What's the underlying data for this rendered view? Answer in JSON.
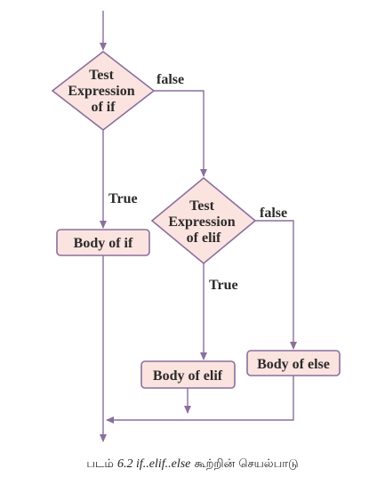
{
  "nodes": {
    "decision_if": {
      "lines": [
        "Test",
        "Expression",
        "of if"
      ]
    },
    "decision_elif": {
      "lines": [
        "Test",
        "Expression",
        "of elif"
      ]
    },
    "body_if": {
      "label": "Body of if"
    },
    "body_elif": {
      "label": "Body of elif"
    },
    "body_else": {
      "label": "Body of else"
    }
  },
  "edges": {
    "if_false": "false",
    "if_true": "True",
    "elif_false": "false",
    "elif_true": "True"
  },
  "caption": {
    "prefix": "படம்",
    "code": "6.2 if..elif..else",
    "suffix": "கூற்றின் செயல்பாடு"
  },
  "colors": {
    "shape_fill": "#fbe3df",
    "outline": "#8a6f9e",
    "text": "#2b2b2b"
  }
}
